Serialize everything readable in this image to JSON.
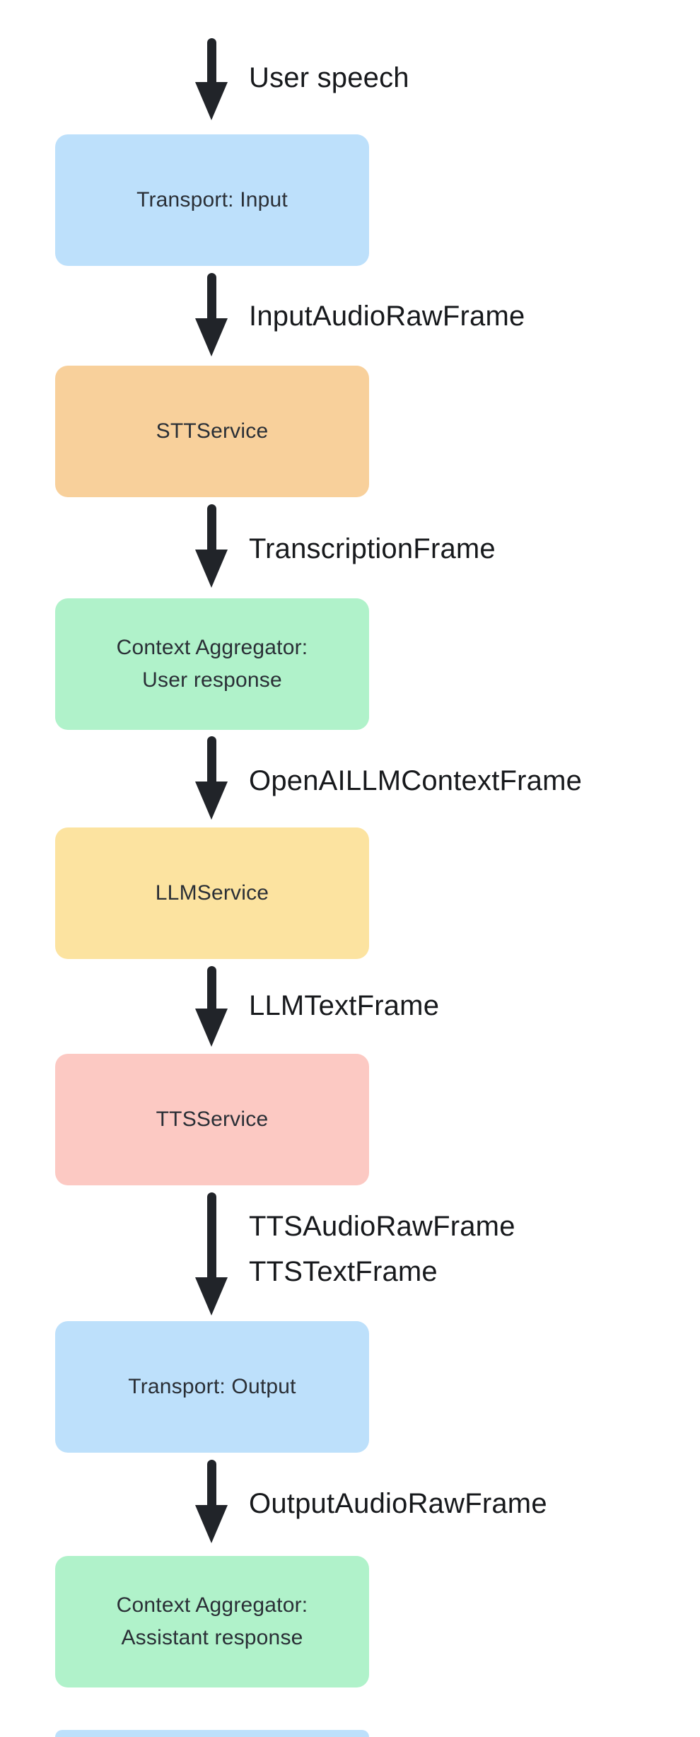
{
  "nodes": [
    {
      "name": "transport-input",
      "label": "Transport: Input",
      "color": "#bde0fb"
    },
    {
      "name": "stt-service",
      "label": "STTService",
      "color": "#f8d09b"
    },
    {
      "name": "context-aggregator-user",
      "line1": "Context Aggregator:",
      "line2": "User response",
      "color": "#b0f2ca"
    },
    {
      "name": "llm-service",
      "label": "LLMService",
      "color": "#fce3a0"
    },
    {
      "name": "tts-service",
      "label": "TTSService",
      "color": "#fcc9c3"
    },
    {
      "name": "transport-output",
      "label": "Transport: Output",
      "color": "#bde0fb"
    },
    {
      "name": "context-aggregator-assistant",
      "line1": "Context Aggregator:",
      "line2": "Assistant response",
      "color": "#b0f2ca"
    },
    {
      "name": "next-node-partial",
      "label": "",
      "color": "#bde0fb"
    }
  ],
  "edges": [
    {
      "label": "User speech"
    },
    {
      "label": "InputAudioRawFrame"
    },
    {
      "label": "TranscriptionFrame"
    },
    {
      "label": "OpenAILLMContextFrame"
    },
    {
      "label": "LLMTextFrame"
    },
    {
      "line1": "TTSAudioRawFrame",
      "line2": "TTSTextFrame"
    },
    {
      "label": "OutputAudioRawFrame"
    }
  ],
  "colors": {
    "arrow": "#212429",
    "node_text": "#2a2f36",
    "edge_label_text": "#17191c",
    "background": "#ffffff"
  }
}
